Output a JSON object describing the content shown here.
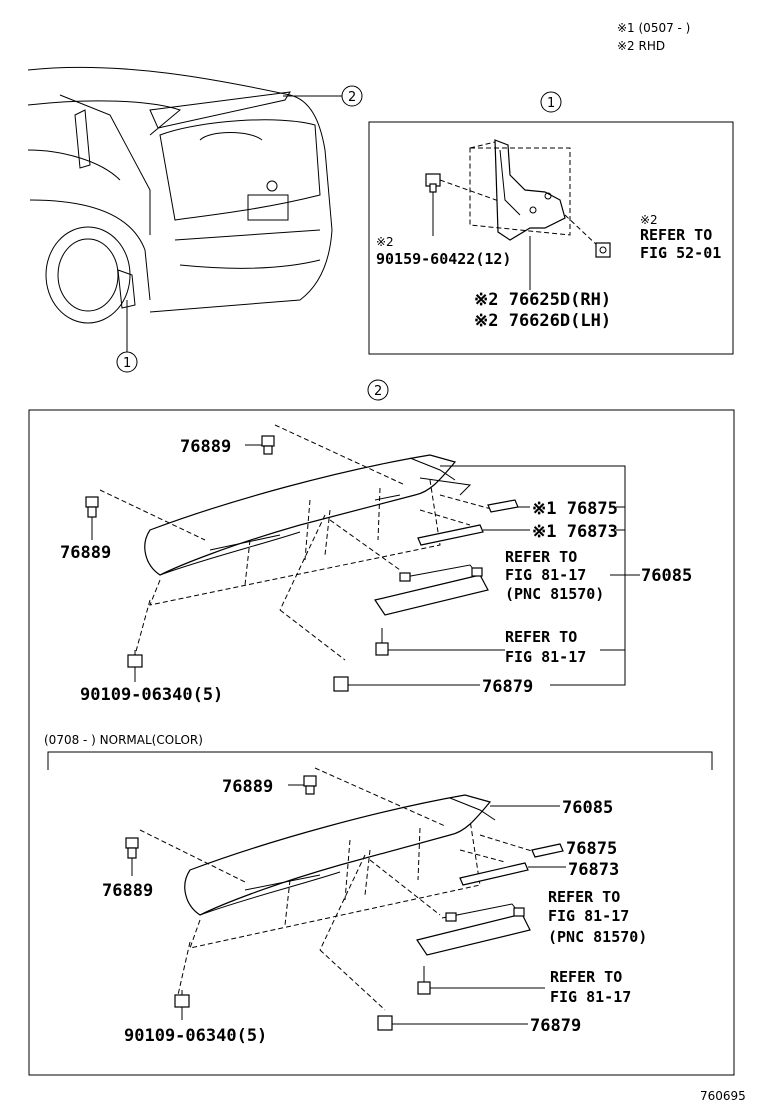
{
  "header_notes": {
    "note1": "※1 (0507 -       )",
    "note2": "※2 RHD"
  },
  "callouts": {
    "c1": "1",
    "c2": "2"
  },
  "mudguard_box": {
    "clip_note": "※2",
    "clip_part": "90159-60422(12)",
    "ref_note": "※2",
    "refer_line1": "REFER TO",
    "refer_line2": "FIG 52-01",
    "rh_part": "※2 76625D(RH)",
    "lh_part": "※2 76626D(LH)"
  },
  "spoiler_upper": {
    "p76889_top": "76889",
    "p76889_left": "76889",
    "p76875": "※1 76875",
    "p76873": "※1 76873",
    "refer_a1": "REFER TO",
    "refer_a2": "FIG 81-17",
    "refer_a3": "(PNC 81570)",
    "p76085": "76085",
    "refer_b1": "REFER TO",
    "refer_b2": "FIG 81-17",
    "bolt": "90109-06340(5)",
    "p76879": "76879"
  },
  "spoiler_lower": {
    "section_label": "(0708 -        ) NORMAL(COLOR)",
    "p76889_top": "76889",
    "p76889_left": "76889",
    "p76085": "76085",
    "p76875": "76875",
    "p76873": "76873",
    "refer_a1": "REFER TO",
    "refer_a2": "FIG 81-17",
    "refer_a3": "(PNC 81570)",
    "refer_b1": "REFER TO",
    "refer_b2": "FIG 81-17",
    "bolt": "90109-06340(5)",
    "p76879": "76879"
  },
  "figure_id": "760695"
}
